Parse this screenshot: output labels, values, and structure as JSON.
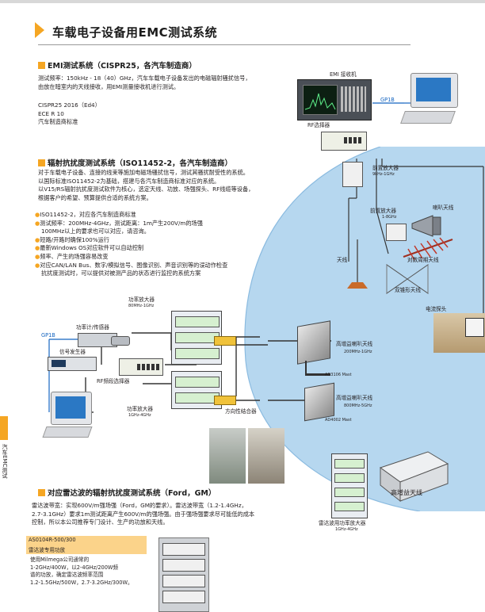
{
  "page_title": "车载电子设备用EMC测试系统",
  "side_tab": "汽车EMC测试",
  "emi": {
    "heading": "EMI测试系统（CISPR25，各汽车制造商）",
    "lines": [
      "测试频率：150kHz - 18（40）GHz，汽车车载电子设备发出的电磁辐射骚扰信号，",
      "由放在暗室内的天线接收，用EMI测量接收机进行测试。"
    ],
    "standards": [
      "CISPR25 2016（Ed4）",
      "ECE R 10",
      "汽车制造商标准"
    ]
  },
  "immunity": {
    "heading": "辐射抗扰度测试系统（ISO11452-2，各汽车制造商）",
    "lines": [
      "对于车载电子设备、连接的线束等施加电磁场骚扰信号，测试其骚扰耐受性的系统。",
      "以国际标准ISO11452-2为基础，搭建与各汽车制造商标准对应的系统。",
      "以V15/RS辐射抗扰度测试软件为核心，选定天线、功放、场强探头、RF线缆等设备，",
      "根据客户的希望、预算提供合适的系统方案。"
    ],
    "bullets": [
      "ISO11452-2，对应各汽车制造商标准",
      "测试频率：200MHz-4GHz，测试距离：1m产生200V/m的场强",
      "  100MHz以上的要求也可以对应，请咨询。",
      "短路/开路时确保100%运行",
      "最新Windows OS对应软件可以自动控制",
      "频率、产生的场强容易改变",
      "对应CAN/LAN Bus、数字/模拟信号、图像识别、声音识别等的误动作检查",
      "  抗扰度测试时，可以提供对被测产品的状态进行监控的系统方案"
    ]
  },
  "radar": {
    "heading": "对应雷达波的辐射抗扰度测试系统（Ford，GM）",
    "lines": [
      "雷达波带宽：实现600V/m强场强（Ford，GM的要求）。雷达波带宽（1.2-1.4GHz，",
      "2.7-3.1GHz）要求1m测试距离产生600V/m的强场强。由于强场强要求尽可能低的成本",
      "控制，所以本公司推荐专门设计、生产的功放和天线。"
    ],
    "product_model": "AS0104R-500/300",
    "product_name": "雷达波专用功放",
    "product_lines": [
      "使用Milmega公司通常的",
      "1-2GHz/400W，以2-4GHz/200W频",
      "谱的功放，确定雷达波频率范围",
      "1.2-1.5GHz/500W，2.7-3.2GHz/300W。"
    ]
  },
  "diagram_top": {
    "emi_receiver": "EMI 接收机",
    "gpib": "GP1B",
    "rf_selector": "RF选择器",
    "preamp1": "前置放大器",
    "preamp1_range": "9kHz-1GHz",
    "preamp2": "前置放大器",
    "preamp2_range": "1-8GHz",
    "horn_antenna": "喇叭天线",
    "lpda": "对数周期天线",
    "antenna": "天线",
    "biconical": "双锥形天线",
    "current_probe": "电流探头"
  },
  "diagram_bottom": {
    "gpib": "GP1B",
    "power_meter": "功率计/传感器",
    "signal_gen": "信号发生器",
    "rf_switch": "RF频段选择器",
    "amp1": "功率放大器",
    "amp1_range": "80MHz-1GHz",
    "amp2": "功率放大器",
    "amp2_range": "1GHz-4GHz",
    "coupler": "方向性结合器",
    "hg_antenna1": "高增益喇叭天线",
    "hg_antenna1_range": "200MHz-1GHz",
    "mast1": "AD3106 Mast",
    "hg_antenna2": "高增益喇叭天线",
    "hg_antenna2_range": "800MHz-5GHz",
    "mast2": "AD4002 Mast",
    "hg_antenna3": "高增益天线",
    "radar_amp": "雷达波用功率放大器",
    "radar_amp_range": "1GHz-4GHz"
  },
  "colors": {
    "accent": "#f5a623",
    "chamber": "#b6d7ef",
    "link": "#1565c0"
  }
}
